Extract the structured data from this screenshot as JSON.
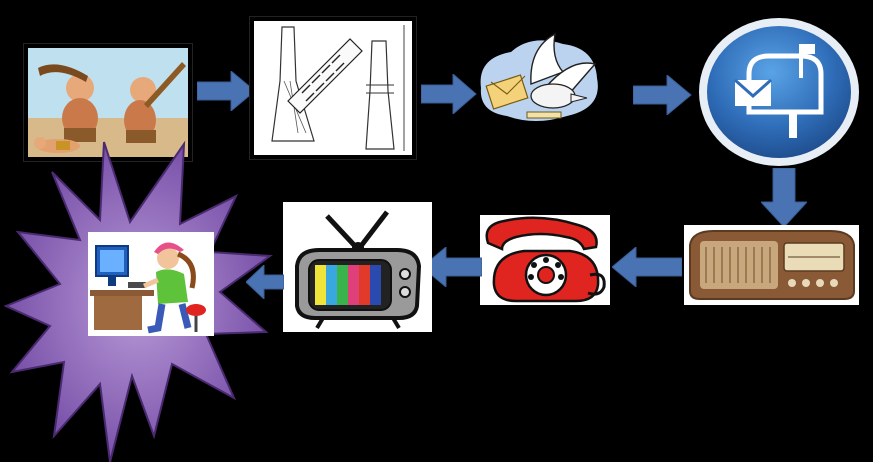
{
  "diagram": {
    "nodes": [
      {
        "id": "cavemen",
        "icon": "cavemen-club-illustration",
        "order": 1
      },
      {
        "id": "egyptian-scroll",
        "icon": "egyptian-papyrus-scroll-drawing",
        "order": 2
      },
      {
        "id": "carrier-pigeon",
        "icon": "pigeon-with-letter-icon",
        "order": 3
      },
      {
        "id": "mailbox",
        "icon": "mailbox-envelope-icon",
        "order": 4
      },
      {
        "id": "radio",
        "icon": "vintage-radio-icon",
        "order": 5
      },
      {
        "id": "telephone",
        "icon": "red-rotary-telephone-icon",
        "order": 6
      },
      {
        "id": "television",
        "icon": "retro-tv-color-bars-icon",
        "order": 7
      },
      {
        "id": "computer-user",
        "icon": "person-at-computer-icon",
        "order": 8
      }
    ],
    "edges": [
      {
        "from": "cavemen",
        "to": "egyptian-scroll",
        "direction": "right"
      },
      {
        "from": "egyptian-scroll",
        "to": "carrier-pigeon",
        "direction": "right"
      },
      {
        "from": "carrier-pigeon",
        "to": "mailbox",
        "direction": "right"
      },
      {
        "from": "mailbox",
        "to": "radio",
        "direction": "down"
      },
      {
        "from": "radio",
        "to": "telephone",
        "direction": "left"
      },
      {
        "from": "telephone",
        "to": "television",
        "direction": "left"
      },
      {
        "from": "television",
        "to": "computer-user",
        "direction": "left"
      }
    ],
    "colors": {
      "background": "#000000",
      "arrow": "#4a73b3",
      "mailbox_blue": "#2f6db8",
      "phone_red": "#e0241f",
      "starburst": "#8a64b8",
      "radio_wood": "#8a5a36"
    }
  }
}
